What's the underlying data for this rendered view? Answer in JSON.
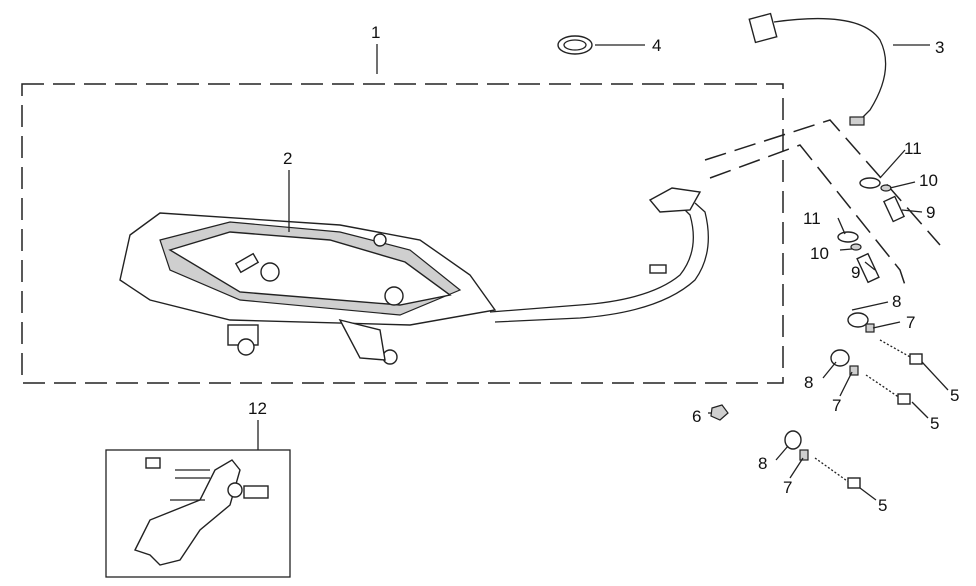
{
  "callouts": {
    "c1": "1",
    "c2": "2",
    "c3": "3",
    "c4": "4",
    "c5a": "5",
    "c5b": "5",
    "c5c": "5",
    "c6": "6",
    "c7a": "7",
    "c7b": "7",
    "c7c": "7",
    "c8a": "8",
    "c8b": "8",
    "c8c": "8",
    "c9a": "9",
    "c9b": "9",
    "c10a": "10",
    "c10b": "10",
    "c11a": "11",
    "c11b": "11",
    "c12": "12"
  }
}
